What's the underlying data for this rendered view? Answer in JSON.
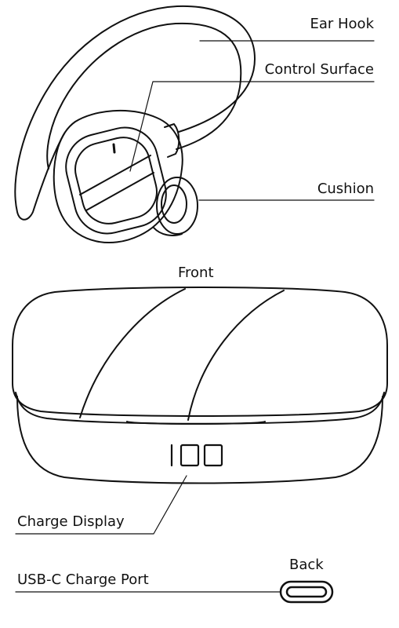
{
  "labels": {
    "ear_hook": "Ear Hook",
    "control_surface": "Control Surface",
    "cushion": "Cushion",
    "front": "Front",
    "charge_display": "Charge Display",
    "back": "Back",
    "usb_c_port": "USB-C Charge Port"
  },
  "case_display": {
    "readout": "100"
  },
  "colors": {
    "line": "#111111",
    "background": "#ffffff"
  }
}
